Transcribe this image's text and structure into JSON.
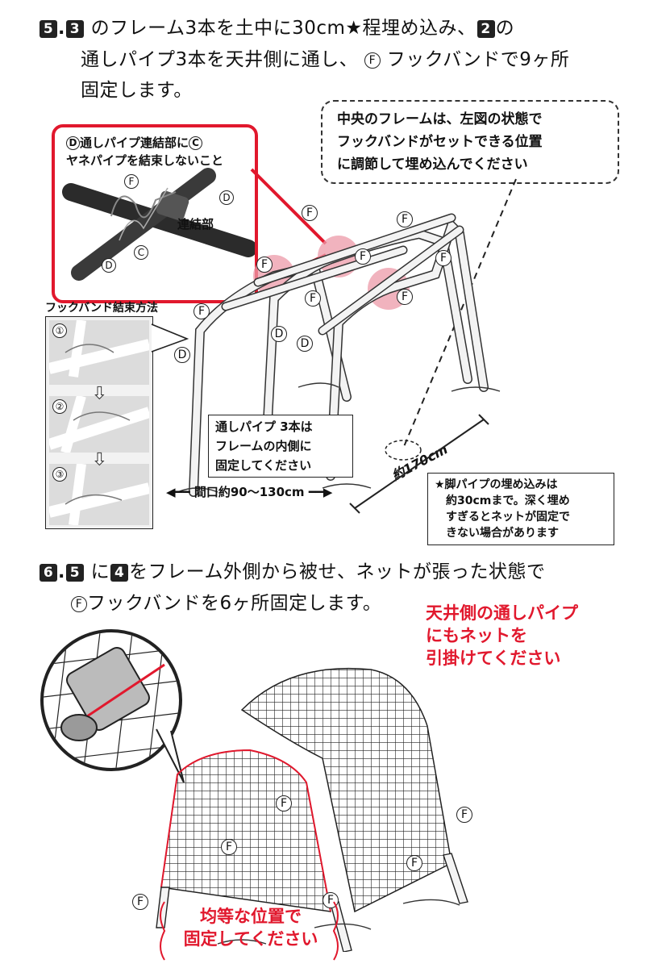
{
  "step5": {
    "n1": "5",
    "n2": "3",
    "line1": "のフレーム3本を土中に30cm★程埋め込み、",
    "n3": "2",
    "line1_end": "の",
    "line2a": "通しパイプ3本を天井側に通し、",
    "f": "F",
    "line2b": "フックバンドで9ヶ所",
    "line3": "固定します。"
  },
  "center_note": {
    "line1": "中央のフレームは、左図の状態で",
    "line2": "フックバンドがセットできる位置",
    "line3": "に調節して埋め込んでください"
  },
  "detail": {
    "d": "D",
    "line1": "通しパイプ連結部に",
    "c": "C",
    "line2": "ヤネパイプを結束しないこと",
    "label_joint": "連結部",
    "lbl_f": "F",
    "lbl_d": "D",
    "lbl_c": "C"
  },
  "hookband": {
    "title": "フックバンド結束方法",
    "steps": [
      "①",
      "②",
      "③"
    ]
  },
  "frame_labels": {
    "f": "F",
    "d": "D"
  },
  "inner_note": {
    "line1": "通しパイプ 3本は",
    "line2": "フレームの内側に",
    "line3": "固定してください"
  },
  "dimensions": {
    "width": "間口約90〜130cm",
    "depth": "約170cm"
  },
  "leg_note": {
    "line1": "★脚パイプの埋め込みは",
    "line2": "約30cmまで。深く埋め",
    "line3": "すぎるとネットが固定で",
    "line4": "きない場合があります"
  },
  "step6": {
    "n1": "6",
    "n2": "5",
    "text_a": "に",
    "n3": "4",
    "text_b": "をフレーム外側から被せ、ネットが張った状態で",
    "f": "F",
    "line2": "フックバンドを6ヶ所固定します。"
  },
  "red_note1": {
    "line1": "天井側の通しパイプ",
    "line2": "にもネットを",
    "line3": "引掛けてください"
  },
  "red_note2": {
    "line1": "均等な位置で",
    "line2": "固定してください"
  },
  "colors": {
    "red": "#e1182d",
    "pink": "#ec9aa8",
    "dark": "#222222"
  }
}
